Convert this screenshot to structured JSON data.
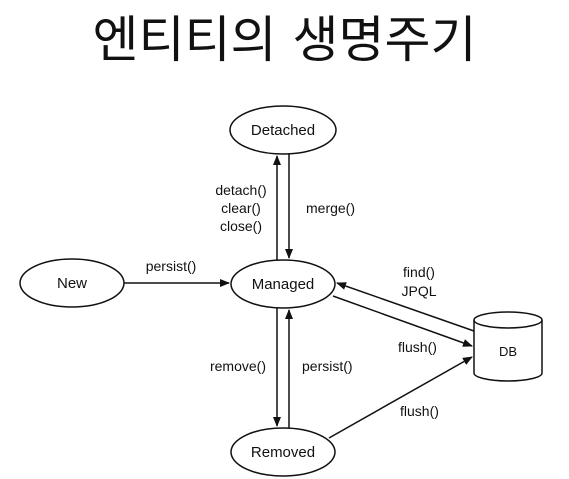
{
  "title": "엔티티의 생명주기",
  "nodes": {
    "detached": "Detached",
    "new": "New",
    "managed": "Managed",
    "removed": "Removed",
    "db": "DB"
  },
  "edges": {
    "detach": [
      "detach()",
      "clear()",
      "close()"
    ],
    "merge": "merge()",
    "persist_new": "persist()",
    "find": "find()",
    "jpql": "JPQL",
    "flush_managed": "flush()",
    "remove": "remove()",
    "persist_removed": "persist()",
    "flush_removed": "flush()"
  },
  "colors": {
    "stroke": "#111111",
    "text": "#111111",
    "background": "#ffffff"
  }
}
